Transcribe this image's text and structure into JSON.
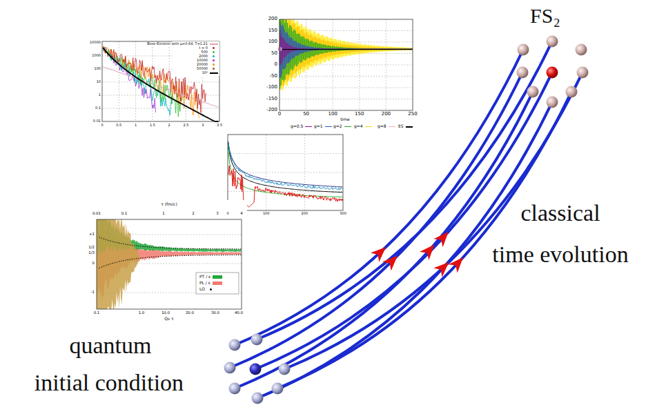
{
  "diagram": {
    "labels": [
      "FS₂",
      "classical",
      "time evolution",
      "quantum",
      "initial condition",
      "200",
      "150",
      "100",
      "50",
      "0",
      "-50",
      "-100",
      "-150",
      "-200",
      "0",
      "50",
      "100",
      "150",
      "200",
      "250",
      "time",
      "0",
      "0.5",
      "1",
      "1.5",
      "2",
      "2.5",
      "3",
      "3.5",
      "10000",
      "1000",
      "100",
      "10",
      "1",
      "0.1",
      "0.01",
      "0",
      "100",
      "200",
      "300",
      "τ (fm/c)",
      "0.01",
      "0.1",
      "1",
      "2",
      "3",
      "4",
      "+1",
      "1/2",
      "1/3",
      "0",
      "-1",
      "0.1",
      "1.0",
      "10.0",
      "20.0",
      "30.0",
      "40.0",
      "Qs τ"
    ],
    "legend": [
      {
        "text": "g=0.5"
      },
      {
        "text": "g=1"
      },
      {
        "text": "g=2"
      },
      {
        "text": "g=4"
      },
      {
        "text": "g=8"
      },
      {
        "text": "ES"
      },
      {
        "text": "Bose-Einstein with μ=0.64, T=1.21"
      },
      {
        "text": "t = 0"
      },
      {
        "text": "500"
      },
      {
        "text": "2000"
      },
      {
        "text": "10000"
      },
      {
        "text": "20000"
      },
      {
        "text": "50000"
      },
      {
        "text": "10⁵"
      },
      {
        "text": "PT / ε",
        "color": "#22a83a"
      },
      {
        "text": "PL / ε",
        "color": "#f07a6e"
      },
      {
        "text": "LO"
      }
    ]
  }
}
